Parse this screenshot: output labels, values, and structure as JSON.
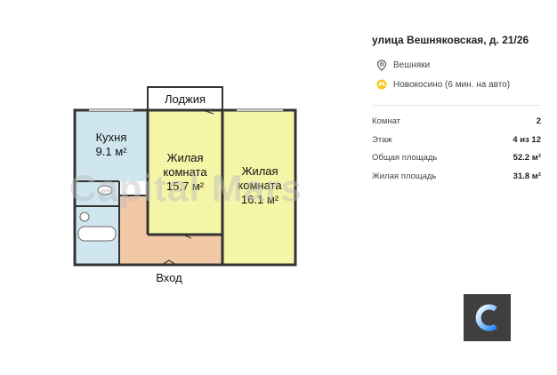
{
  "address": "улица Вешняковская, д. 21/26",
  "district": {
    "label": "Вешняки",
    "icon": "location-pin-icon"
  },
  "metro": {
    "label": "Новокосино (6 мин. на авто)",
    "icon": "metro-icon",
    "color": "#f5c518"
  },
  "properties": [
    {
      "label": "Комнат",
      "value": "2"
    },
    {
      "label": "Этаж",
      "value": "4 из 12"
    },
    {
      "label": "Общая площадь",
      "value": "52.2 м²"
    },
    {
      "label": "Жилая площадь",
      "value": "31.8 м²"
    }
  ],
  "floorplan": {
    "loggia": "Лоджия",
    "entrance": "Вход",
    "kitchen": {
      "name": "Кухня",
      "area": "9.1 м²"
    },
    "room1": {
      "name1": "Жилая",
      "name2": "комната",
      "area": "15.7 м²"
    },
    "room2": {
      "name1": "Жилая",
      "name2": "комната",
      "area": "16.1 м²"
    },
    "watermark": "Capital Mars",
    "colors": {
      "kitchen": "#cfe6ef",
      "room1": "#f4f5a6",
      "room2": "#f4f5a6",
      "hall": "#f2c9a6",
      "bath": "#cfe6ef"
    }
  },
  "logo": {
    "name": "capital-mars-logo",
    "color": "#3f3f3f",
    "accent": "#1e88ff"
  }
}
